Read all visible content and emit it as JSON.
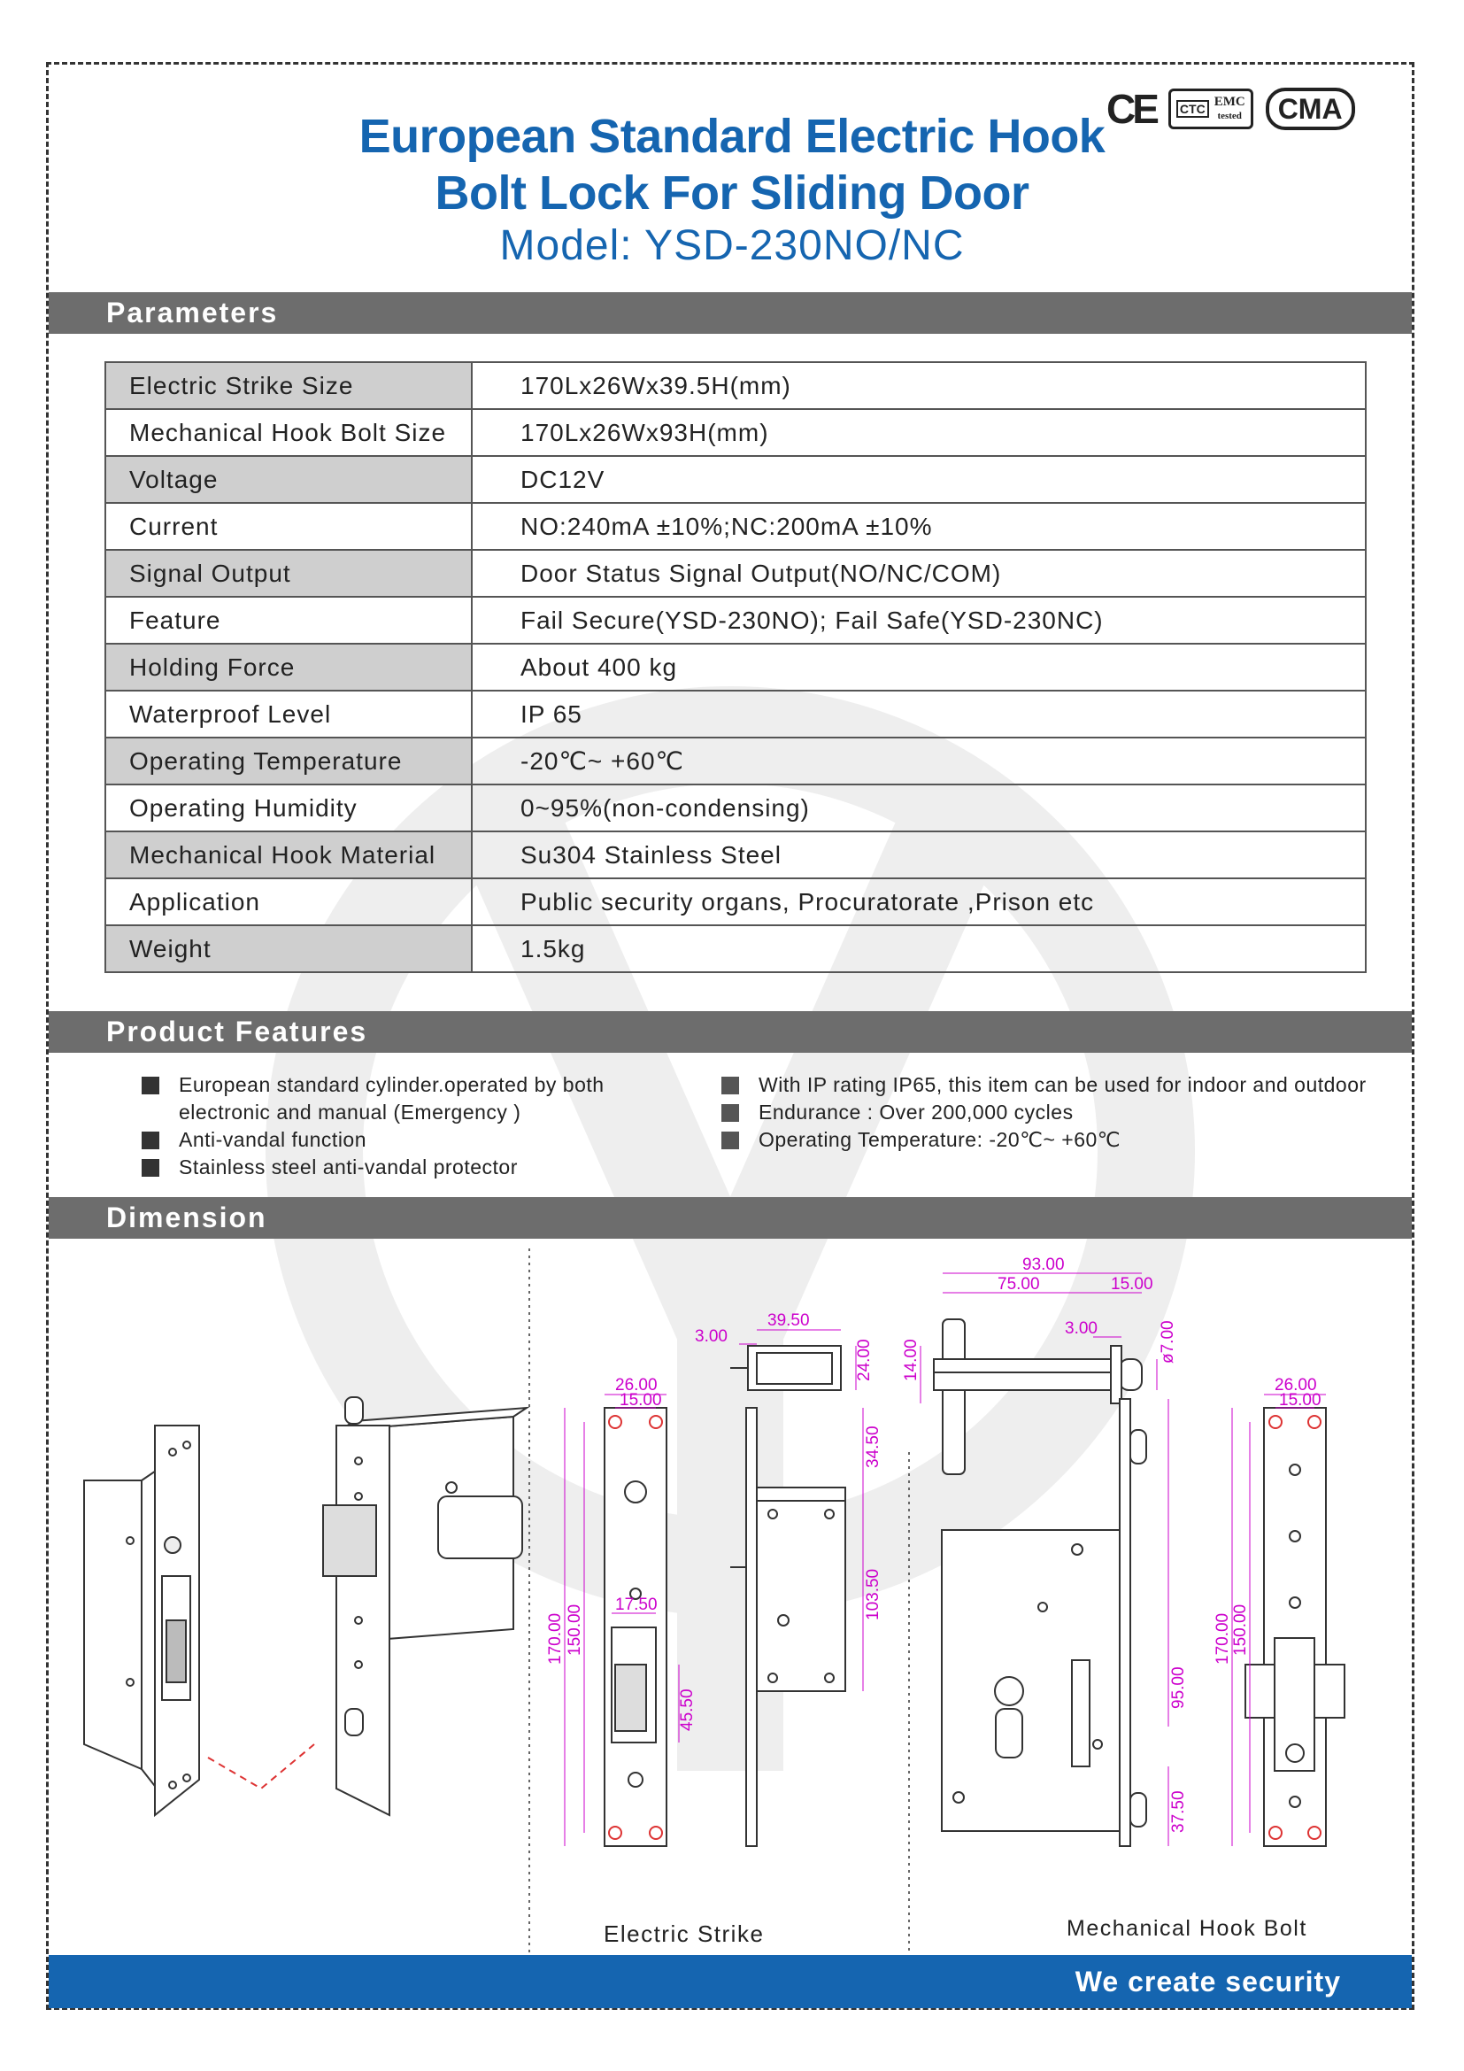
{
  "certifications": {
    "ce": "CE",
    "ctc": "CTC",
    "emc_top": "EMC",
    "emc_bottom": "tested",
    "cma": "CMA"
  },
  "title": {
    "line1": "European Standard Electric Hook",
    "line2": "Bolt Lock For Sliding Door",
    "model": "Model: YSD-230NO/NC"
  },
  "sections": {
    "parameters": "Parameters",
    "features": "Product Features",
    "dimension": "Dimension"
  },
  "parameters": [
    {
      "key": "Electric Strike Size",
      "value": "170Lx26Wx39.5H(mm)"
    },
    {
      "key": "Mechanical Hook Bolt Size",
      "value": "170Lx26Wx93H(mm)"
    },
    {
      "key": "Voltage",
      "value": "DC12V"
    },
    {
      "key": "Current",
      "value": "NO:240mA ±10%;NC:200mA ±10%"
    },
    {
      "key": "Signal Output",
      "value": "Door Status Signal Output(NO/NC/COM)"
    },
    {
      "key": "Feature",
      "value": "Fail Secure(YSD-230NO); Fail Safe(YSD-230NC)"
    },
    {
      "key": "Holding Force",
      "value": "About 400 kg"
    },
    {
      "key": "Waterproof Level",
      "value": "IP 65"
    },
    {
      "key": "Operating Temperature",
      "value": "-20℃~ +60℃"
    },
    {
      "key": "Operating Humidity",
      "value": "0~95%(non-condensing)"
    },
    {
      "key": "Mechanical Hook  Material",
      "value": "Su304 Stainless Steel"
    },
    {
      "key": "Application",
      "value": "Public security organs, Procuratorate ,Prison etc"
    },
    {
      "key": "Weight",
      "value": "1.5kg"
    }
  ],
  "features_left": [
    "European standard cylinder.operated by both",
    "electronic and manual (Emergency )",
    "Anti-vandal function",
    "Stainless steel anti-vandal protector"
  ],
  "features_right": [
    "With IP rating IP65, this item can be used for indoor and outdoor",
    "Endurance : Over 200,000  cycles",
    "Operating Temperature:  -20℃~ +60℃"
  ],
  "dimensions": {
    "strike_top_width": "26.00",
    "strike_top_inner": "15.00",
    "strike_depth": "39.50",
    "strike_lip": "3.00",
    "strike_height_label": "24.00",
    "strike_total": "170.00",
    "strike_holes": "150.00",
    "strike_slot_width": "17.50",
    "strike_slot_height": "45.50",
    "strike_side_top": "34.50",
    "strike_side_body": "103.50",
    "bolt_total_depth": "93.00",
    "bolt_body": "75.00",
    "bolt_tip": "15.00",
    "bolt_lip": "3.00",
    "bolt_height": "14.00",
    "bolt_dia": "ø7.00",
    "bolt_front_width": "26.00",
    "bolt_front_inner": "15.00",
    "bolt_total": "170.00",
    "bolt_holes": "150.00",
    "bolt_mid": "95.00",
    "bolt_bottom": "37.50"
  },
  "captions": {
    "strike": "Electric Strike",
    "bolt": "Mechanical Hook Bolt"
  },
  "footer": "We create security"
}
